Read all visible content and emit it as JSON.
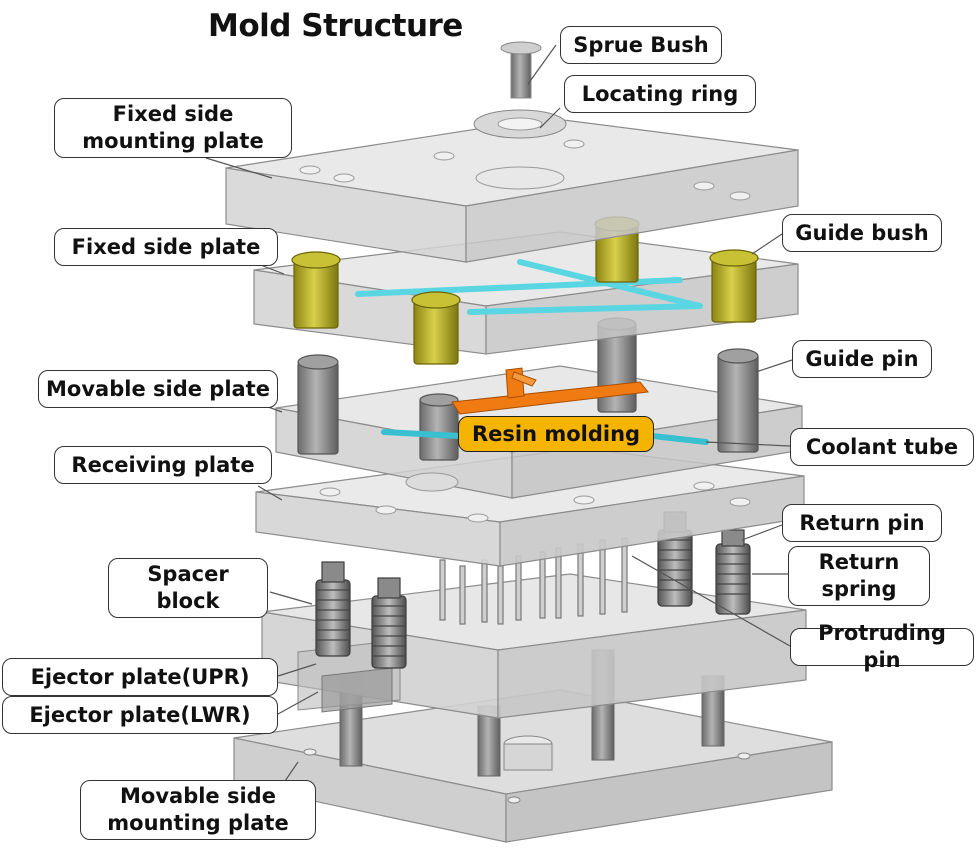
{
  "title": "Mold Structure",
  "labels": {
    "sprue_bush": "Sprue Bush",
    "locating_ring": "Locating ring",
    "fixed_side_mounting_plate": "Fixed side\nmounting plate",
    "fixed_side_plate": "Fixed side plate",
    "guide_bush": "Guide bush",
    "guide_pin": "Guide pin",
    "movable_side_plate": "Movable side plate",
    "resin_molding": "Resin molding",
    "coolant_tube": "Coolant tube",
    "receiving_plate": "Receiving plate",
    "return_pin": "Return pin",
    "return_spring": "Return\nspring",
    "spacer_block": "Spacer\nblock",
    "protruding_pin": "Protruding pin",
    "ejector_plate_upr": "Ejector plate(UPR)",
    "ejector_plate_lwr": "Ejector plate(LWR)",
    "movable_side_mounting_plate": "Movable side\nmounting plate"
  },
  "colors": {
    "plate_fill": "#d4d4d4",
    "plate_edge": "#8c8c8c",
    "bush_olive": "#b8b01e",
    "pin_gray": "#8a8a8a",
    "coolant_cyan": "#6fe0e8",
    "resin_orange": "#f07b12",
    "highlight_label": "#f4b400"
  }
}
